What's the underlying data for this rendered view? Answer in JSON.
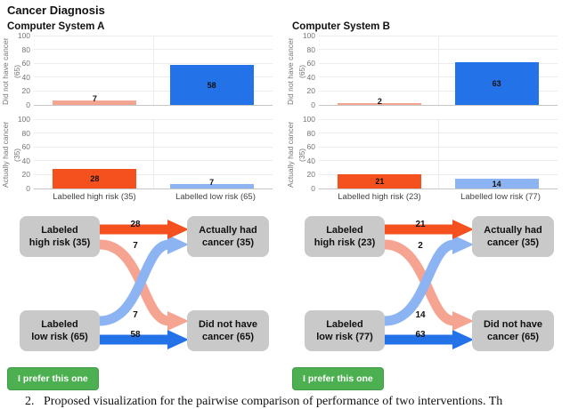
{
  "page": {
    "title": "Cancer Diagnosis",
    "caption": "2.   Proposed visualization for the pairwise comparison of performance of two interventions. Th"
  },
  "ticks": [
    100,
    80,
    60,
    40,
    20,
    0
  ],
  "colors": {
    "blue": "#2372e8",
    "light_blue": "#8db4f2",
    "orange": "#f4511e",
    "salmon": "#f6a492",
    "box_gray": "#c9c9c9",
    "button_green": "#4caf50"
  },
  "systems": [
    {
      "name": "Computer System A",
      "prefer_button": "I prefer this one",
      "charts": [
        {
          "ylabel": "Did not have cancer (65)",
          "bars": [
            {
              "value": 7,
              "color": "salmon"
            },
            {
              "value": 58,
              "color": "blue"
            }
          ]
        },
        {
          "ylabel": "Actually had cancer (35)",
          "bars": [
            {
              "value": 28,
              "color": "orange"
            },
            {
              "value": 7,
              "color": "light_blue"
            }
          ],
          "xlabels": [
            "Labelled high risk (35)",
            "Labelled low risk (65)"
          ]
        }
      ],
      "sankey": {
        "left_top": [
          "Labeled",
          "high risk (35)"
        ],
        "left_bottom": [
          "Labeled",
          "low risk (65)"
        ],
        "right_top": [
          "Actually had",
          "cancer (35)"
        ],
        "right_bottom": [
          "Did not have",
          "cancer (65)"
        ],
        "flows": {
          "high_to_cancer": 28,
          "high_to_no_cancer": 7,
          "low_to_cancer": 7,
          "low_to_no_cancer": 58
        }
      }
    },
    {
      "name": "Computer System B",
      "prefer_button": "I prefer this one",
      "charts": [
        {
          "ylabel": "Did not have cancer (65)",
          "bars": [
            {
              "value": 2,
              "color": "salmon"
            },
            {
              "value": 63,
              "color": "blue"
            }
          ]
        },
        {
          "ylabel": "Actually had cancer (35)",
          "bars": [
            {
              "value": 21,
              "color": "orange"
            },
            {
              "value": 14,
              "color": "light_blue"
            }
          ],
          "xlabels": [
            "Labelled high risk (23)",
            "Labelled low risk (77)"
          ]
        }
      ],
      "sankey": {
        "left_top": [
          "Labeled",
          "high risk (23)"
        ],
        "left_bottom": [
          "Labeled",
          "low risk (77)"
        ],
        "right_top": [
          "Actually had",
          "cancer (35)"
        ],
        "right_bottom": [
          "Did not have",
          "cancer (65)"
        ],
        "flows": {
          "high_to_cancer": 21,
          "high_to_no_cancer": 2,
          "low_to_cancer": 14,
          "low_to_no_cancer": 63
        }
      }
    }
  ],
  "chart_data": [
    {
      "type": "bar",
      "title": "Computer System A",
      "ylabel": "Did not have cancer (65)",
      "categories": [
        "Labelled high risk (35)",
        "Labelled low risk (65)"
      ],
      "values": [
        7,
        58
      ],
      "ylim": [
        0,
        100
      ],
      "grid": true
    },
    {
      "type": "bar",
      "title": "Computer System A",
      "ylabel": "Actually had cancer (35)",
      "categories": [
        "Labelled high risk (35)",
        "Labelled low risk (65)"
      ],
      "values": [
        28,
        7
      ],
      "ylim": [
        0,
        100
      ],
      "grid": true
    },
    {
      "type": "bar",
      "title": "Computer System B",
      "ylabel": "Did not have cancer (65)",
      "categories": [
        "Labelled high risk (23)",
        "Labelled low risk (77)"
      ],
      "values": [
        2,
        63
      ],
      "ylim": [
        0,
        100
      ],
      "grid": true
    },
    {
      "type": "bar",
      "title": "Computer System B",
      "ylabel": "Actually had cancer (35)",
      "categories": [
        "Labelled high risk (23)",
        "Labelled low risk (77)"
      ],
      "values": [
        21,
        14
      ],
      "ylim": [
        0,
        100
      ],
      "grid": true
    },
    {
      "type": "sankey",
      "title": "Computer System A",
      "links": [
        {
          "source": "Labeled high risk (35)",
          "target": "Actually had cancer (35)",
          "value": 28
        },
        {
          "source": "Labeled high risk (35)",
          "target": "Did not have cancer (65)",
          "value": 7
        },
        {
          "source": "Labeled low risk (65)",
          "target": "Actually had cancer (35)",
          "value": 7
        },
        {
          "source": "Labeled low risk (65)",
          "target": "Did not have cancer (65)",
          "value": 58
        }
      ]
    },
    {
      "type": "sankey",
      "title": "Computer System B",
      "links": [
        {
          "source": "Labeled high risk (23)",
          "target": "Actually had cancer (35)",
          "value": 21
        },
        {
          "source": "Labeled high risk (23)",
          "target": "Did not have cancer (65)",
          "value": 2
        },
        {
          "source": "Labeled low risk (77)",
          "target": "Actually had cancer (35)",
          "value": 14
        },
        {
          "source": "Labeled low risk (77)",
          "target": "Did not have cancer (65)",
          "value": 63
        }
      ]
    }
  ]
}
